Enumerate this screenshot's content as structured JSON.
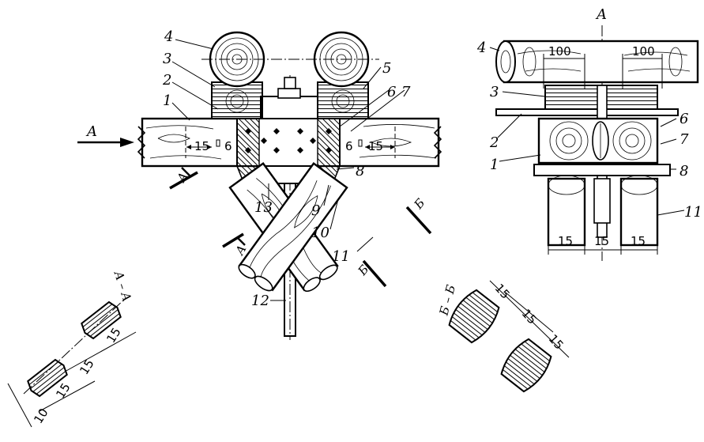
{
  "labels": {
    "main": {
      "p1": "1",
      "p2": "2",
      "p3": "3",
      "p4": "4",
      "p5": "5",
      "p6": "6",
      "p7": "7",
      "p8": "8",
      "p9": "9",
      "p10": "10",
      "p11": "11",
      "p12": "12",
      "p13": "13"
    },
    "side": {
      "p1": "1",
      "p2": "2",
      "p3": "3",
      "p4": "4",
      "p6": "6",
      "p7": "7",
      "p8": "8",
      "p11": "11"
    }
  },
  "view_arrow": "A",
  "side_view_title": "A",
  "section_marks": {
    "a_left": "A",
    "a_right": "A",
    "b_top": "Б",
    "b_bottom": "Б"
  },
  "section_titles": {
    "aa": "A – A",
    "bb": "Б – Б"
  },
  "dimensions": {
    "beam_left_15": "15",
    "beam_left_6": "6",
    "beam_right_6": "6",
    "beam_right_15": "15",
    "side_top_100_left": "100",
    "side_top_100_right": "100",
    "side_bottom_15_a": "15",
    "side_bottom_15_b": "15",
    "side_bottom_15_c": "15",
    "aa_15_a": "15",
    "aa_15_b": "15",
    "aa_15_c": "15",
    "aa_10": "10",
    "bb_15_a": "15",
    "bb_15_b": "15",
    "bb_15_c": "15"
  }
}
